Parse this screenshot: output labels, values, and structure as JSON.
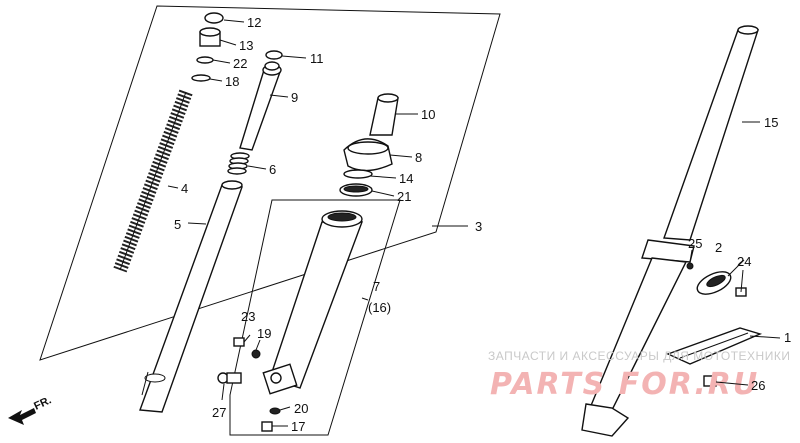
{
  "callouts": {
    "c1": "1",
    "c2": "2",
    "c3": "3",
    "c4": "4",
    "c5": "5",
    "c6": "6",
    "c7": "7",
    "c7b": "(16)",
    "c8": "8",
    "c9": "9",
    "c10": "10",
    "c11": "11",
    "c12": "12",
    "c13": "13",
    "c14": "14",
    "c15": "15",
    "c17": "17",
    "c18": "18",
    "c19": "19",
    "c20": "20",
    "c21": "21",
    "c22": "22",
    "c23": "23",
    "c24": "24",
    "c25": "25",
    "c26": "26",
    "c27": "27"
  },
  "direction": {
    "label": "FR."
  },
  "watermark": {
    "text_small": "ЗАПЧАСТИ И АКСЕССУАРЫ ДЛЯ МОТОТЕХНИКИ",
    "text_big": "PARTS FOR.RU",
    "color": "#f3b3b3"
  }
}
